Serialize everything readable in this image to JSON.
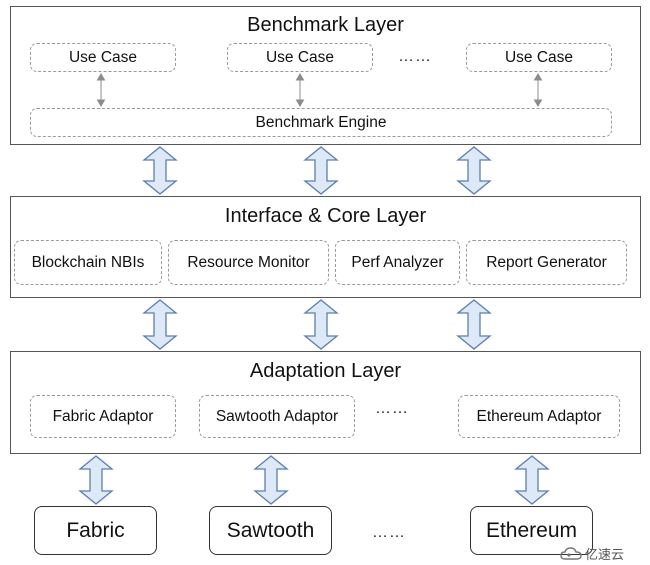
{
  "benchmark_layer": {
    "title": "Benchmark Layer",
    "use_case_1": "Use Case",
    "use_case_2": "Use Case",
    "use_case_3": "Use Case",
    "ellipsis": "……",
    "engine": "Benchmark Engine"
  },
  "core_layer": {
    "title": "Interface & Core Layer",
    "modules": [
      "Blockchain NBIs",
      "Resource Monitor",
      "Perf Analyzer",
      "Report Generator"
    ]
  },
  "adaptation_layer": {
    "title": "Adaptation Layer",
    "fabric": "Fabric Adaptor",
    "sawtooth": "Sawtooth Adaptor",
    "ellipsis": "……",
    "ethereum": "Ethereum Adaptor"
  },
  "blockchains": {
    "fabric": "Fabric",
    "sawtooth": "Sawtooth",
    "ellipsis": "……",
    "ethereum": "Ethereum"
  },
  "watermark": {
    "text": "亿速云",
    "icon": "cloud-logo-icon"
  },
  "colors": {
    "arrow_fill": "#dde9f6",
    "arrow_stroke": "#5b7fae",
    "layer_border": "#555555",
    "dashed_border": "#9a9a9a"
  }
}
